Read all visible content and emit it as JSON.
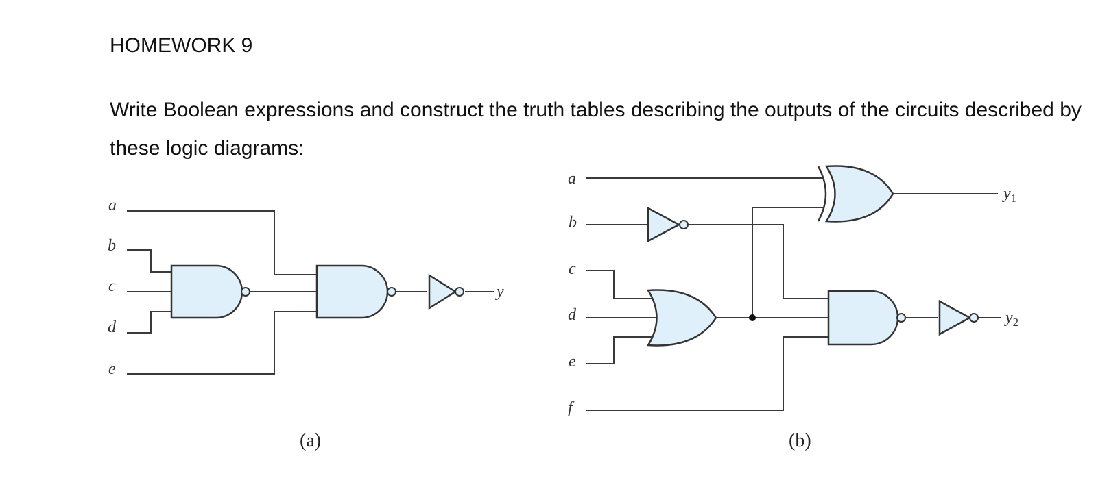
{
  "document": {
    "title": "HOMEWORK 9",
    "prompt": "Write Boolean expressions and construct the truth tables describing the outputs of the circuits described by these logic diagrams:"
  },
  "diagram_a": {
    "caption": "(a)",
    "inputs": [
      "a",
      "b",
      "c",
      "d",
      "e"
    ],
    "output": "y"
  },
  "diagram_b": {
    "caption": "(b)",
    "inputs": [
      "a",
      "b",
      "c",
      "d",
      "e",
      "f"
    ],
    "output_1": "y",
    "output_1_sub": "1",
    "output_2": "y",
    "output_2_sub": "2"
  },
  "colors": {
    "gate_fill": "#dff0fb",
    "wire": "#3a3a3a"
  }
}
